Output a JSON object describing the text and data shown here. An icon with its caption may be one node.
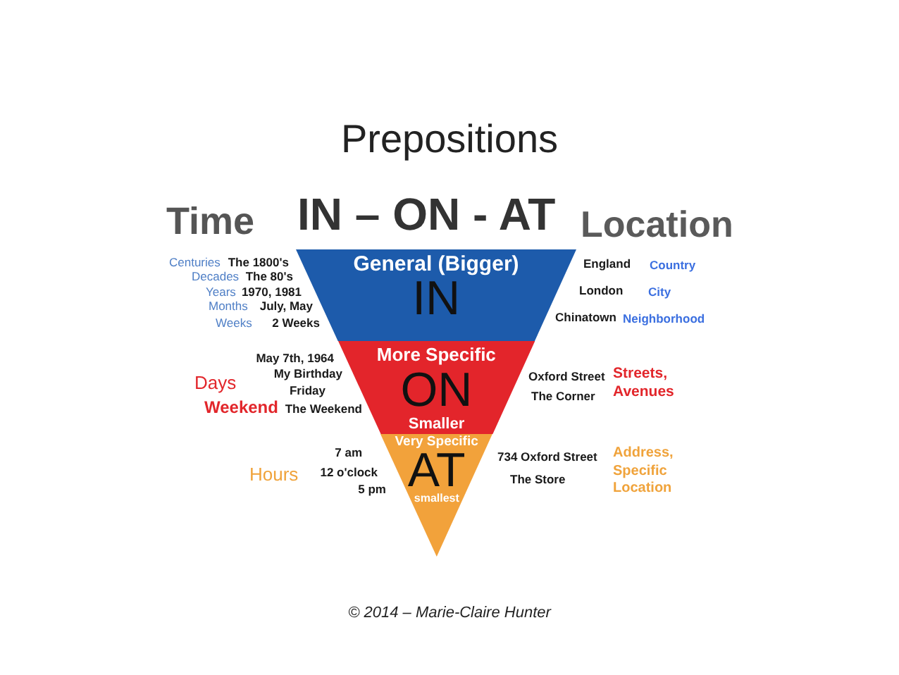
{
  "diagram": {
    "title": "Prepositions",
    "nodes": [
      {
        "text": [
          "General (Bigger)",
          "IN"
        ]
      },
      {
        "text": [
          "More Specific",
          "ON",
          "Smaller"
        ]
      },
      {
        "text": [
          "Very Specific",
          "AT",
          "smallest"
        ]
      }
    ],
    "labels": [
      "Time",
      "IN – ON - AT",
      "Location",
      "Centuries",
      "The 1800's",
      "Decades",
      "The 80's",
      "Years",
      "1970, 1981",
      "Months",
      "July, May",
      "Weeks",
      "2 Weeks",
      "England",
      "Country",
      "London",
      "City",
      "Chinatown",
      "Neighborhood",
      "May 7th, 1964",
      "My Birthday",
      "Friday",
      "The Weekend",
      "Days",
      "Weekend",
      "Oxford Street",
      "Streets, Avenues",
      "The Corner",
      "7 am",
      "12 o'clock",
      "5 pm",
      "Hours",
      "734 Oxford Street",
      "The Store",
      "Address, Specific Location"
    ],
    "caption": "© 2014 – Marie-Claire Hunter"
  }
}
